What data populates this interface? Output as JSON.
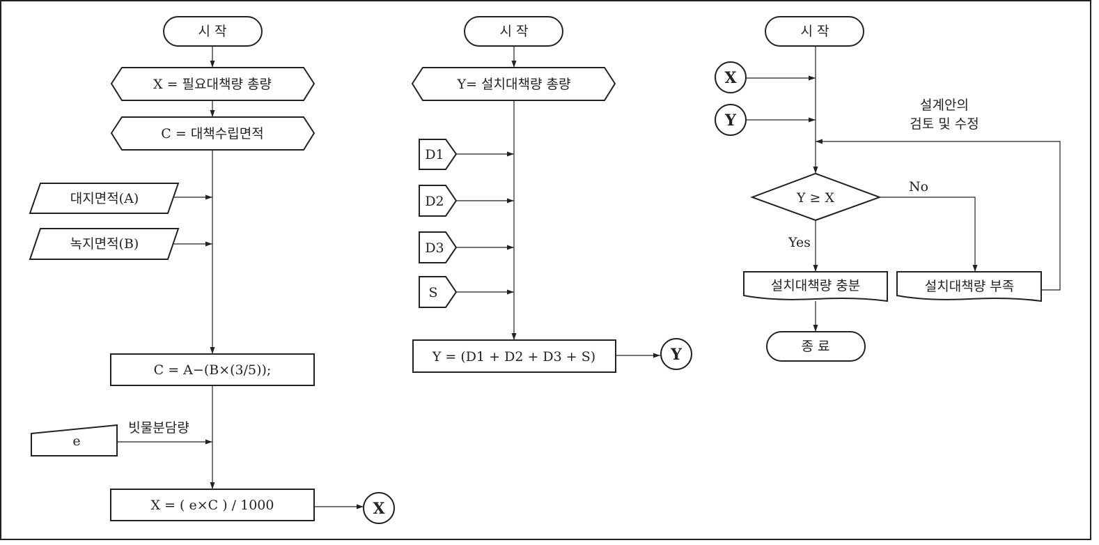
{
  "flow1": {
    "start": "시 작",
    "prep_x": "X = 필요대책량 총량",
    "prep_c": "C = 대책수립면적",
    "input_a": "대지면적(A)",
    "input_b": "녹지면적(B)",
    "process_c": "C = A−(B×(3/5));",
    "manual_e": "e",
    "manual_e_label": "빗물분담량",
    "process_x": "X = ( e×C ) / 1000",
    "connector": "X"
  },
  "flow2": {
    "start": "시 작",
    "prep_y": "Y= 설치대책량 총량",
    "d1": "D1",
    "d2": "D2",
    "d3": "D3",
    "s": "S",
    "process_y": "Y = (D1 + D2 + D3 + S)",
    "connector": "Y"
  },
  "flow3": {
    "start": "시 작",
    "conn_x": "X",
    "conn_y": "Y",
    "review_line1": "설계안의",
    "review_line2": "검토 및 수정",
    "decision": "Y ≥ X",
    "no": "No",
    "yes": "Yes",
    "sufficient": "설치대책량 충분",
    "insufficient": "설치대책량 부족",
    "end": "종 료"
  }
}
